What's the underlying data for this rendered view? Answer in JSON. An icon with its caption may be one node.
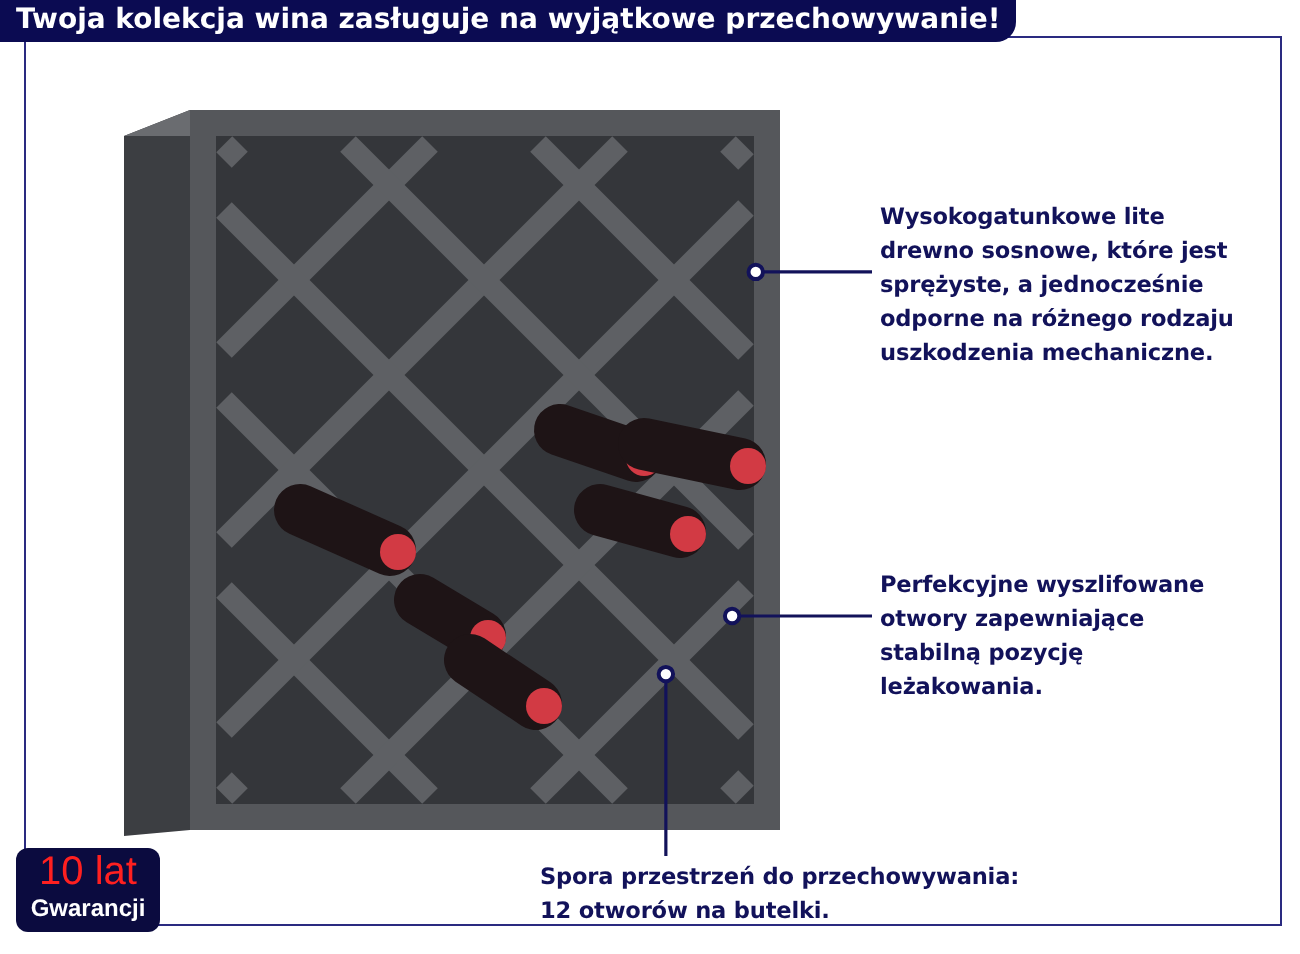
{
  "diagram": {
    "title": "Twoja kolekcja wina zasługuje na wyjątkowe przechowywanie!",
    "nodes": [
      {
        "text": [
          "Wysokogatunkowe lite drewno sosnowe, które jest sprężyste, a jednocześnie odporne na różnego rodzaju uszkodzenia mechaniczne."
        ]
      },
      {
        "text": [
          "Perfekcyjne wyszlifowane otwory zapewniające stabilną pozycję leżakowania."
        ]
      },
      {
        "text": [
          "Spora przestrzeń do przechowywania: 12 otworów na butelki."
        ]
      },
      {
        "text": [],
        "shape": "picture"
      }
    ],
    "edges": [
      {
        "from": 0,
        "to": 3,
        "arrow": "other"
      },
      {
        "from": 1,
        "to": 3,
        "arrow": "other"
      },
      {
        "from": 2,
        "to": 3,
        "arrow": "other"
      }
    ],
    "labels": [
      "10 lat",
      "Gwarancji"
    ]
  }
}
